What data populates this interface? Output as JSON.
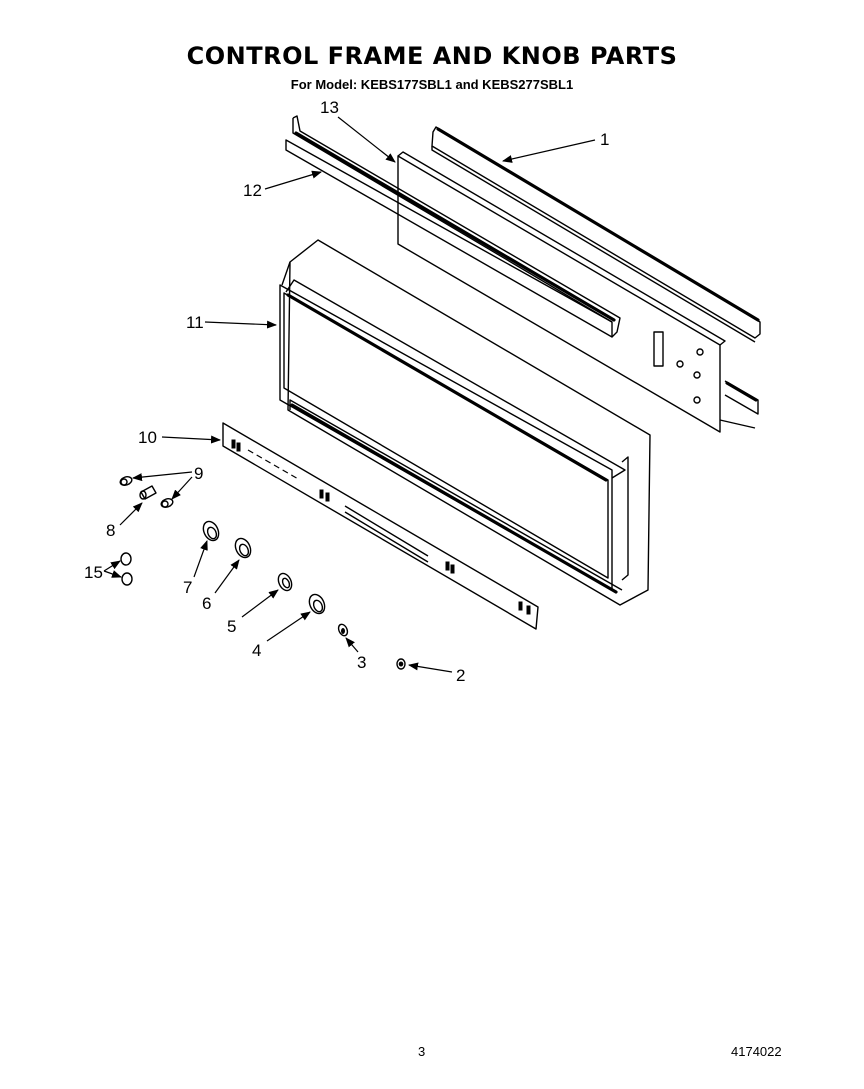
{
  "header": {
    "title": "CONTROL FRAME AND KNOB PARTS",
    "subtitle": "For Model: KEBS177SBL1 and KEBS277SBL1"
  },
  "footer": {
    "page_number": "3",
    "document_number": "4174022"
  },
  "callouts": [
    {
      "id": "1",
      "label": "1"
    },
    {
      "id": "2",
      "label": "2"
    },
    {
      "id": "3",
      "label": "3"
    },
    {
      "id": "4",
      "label": "4"
    },
    {
      "id": "5",
      "label": "5"
    },
    {
      "id": "6",
      "label": "6"
    },
    {
      "id": "7",
      "label": "7"
    },
    {
      "id": "8",
      "label": "8"
    },
    {
      "id": "9",
      "label": "9"
    },
    {
      "id": "10",
      "label": "10"
    },
    {
      "id": "11",
      "label": "11"
    },
    {
      "id": "12",
      "label": "12"
    },
    {
      "id": "13",
      "label": "13"
    },
    {
      "id": "15",
      "label": "15"
    }
  ]
}
